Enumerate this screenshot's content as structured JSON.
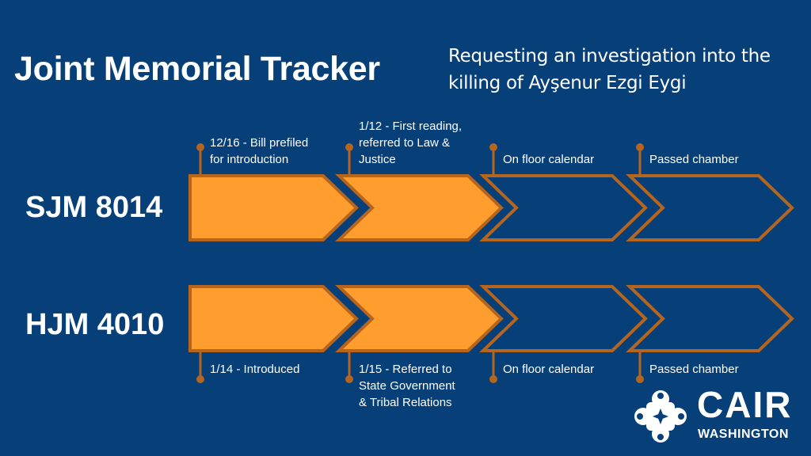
{
  "header": {
    "title": "Joint Memorial Tracker",
    "subtitle": "Requesting an investigation into the killing of Ayşenur Ezgi Eygi"
  },
  "colors": {
    "background": "#073f78",
    "complete_fill": "#ff9d2e",
    "stroke": "#b5651d"
  },
  "bills": [
    {
      "name": "SJM 8014",
      "steps": [
        {
          "label": "12/16 - Bill prefiled\nfor introduction",
          "complete": true
        },
        {
          "label": "1/12 - First reading,\nreferred to Law &\nJustice",
          "complete": true
        },
        {
          "label": "On floor calendar",
          "complete": false
        },
        {
          "label": "Passed chamber",
          "complete": false
        }
      ]
    },
    {
      "name": "HJM 4010",
      "steps": [
        {
          "label": "1/14 - Introduced",
          "complete": true
        },
        {
          "label": "1/15 - Referred to\nState Government\n& Tribal Relations",
          "complete": true
        },
        {
          "label": "On floor calendar",
          "complete": false
        },
        {
          "label": "Passed chamber",
          "complete": false
        }
      ]
    }
  ],
  "logo": {
    "name": "CAIR",
    "sub": "WASHINGTON"
  }
}
